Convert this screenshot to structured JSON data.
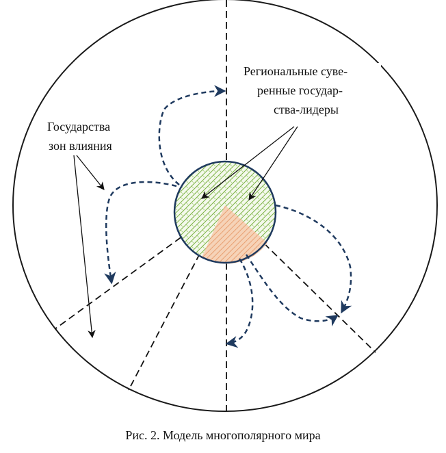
{
  "diagram": {
    "labels": {
      "leaders_line1": "Региональные суве-",
      "leaders_line2": "ренные государ-",
      "leaders_line3": "ства-лидеры",
      "zones_line1": "Государства",
      "zones_line2": "зон влияния"
    },
    "caption": "Рис. 2. Модель многополярного мира",
    "colors": {
      "outline": "#1a1a1a",
      "arrow": "#1f3a5f",
      "green_hatch": "#7db346",
      "orange_fill": "#f6c9a8",
      "orange_hatch": "#e9a173"
    }
  }
}
